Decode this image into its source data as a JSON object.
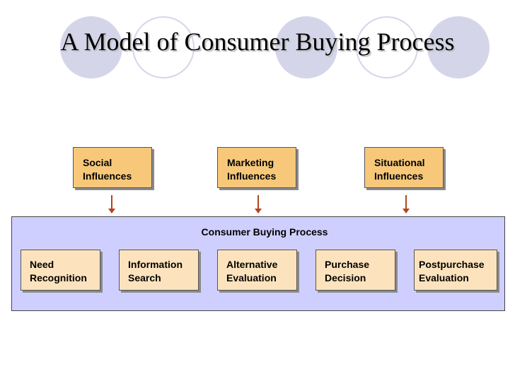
{
  "title": "A Model of Consumer Buying Process",
  "influences": [
    {
      "line1": "Social",
      "line2": "Influences"
    },
    {
      "line1": "Marketing",
      "line2": "Influences"
    },
    {
      "line1": "Situational",
      "line2": "Influences"
    }
  ],
  "process": {
    "title": "Consumer Buying Process",
    "stages": [
      {
        "line1": "Need",
        "line2": "Recognition"
      },
      {
        "line1": "Information",
        "line2": "Search"
      },
      {
        "line1": "Alternative",
        "line2": "Evaluation"
      },
      {
        "line1": "Purchase",
        "line2": "Decision"
      },
      {
        "line1": "Postpurchase",
        "line2": "Evaluation"
      }
    ]
  },
  "colors": {
    "influence_fill": "#f7c87a",
    "stage_fill": "#fde3bd",
    "process_fill": "#cfcfff",
    "arrow": "#b5441e",
    "decor_circle": "#d5d5ea"
  }
}
